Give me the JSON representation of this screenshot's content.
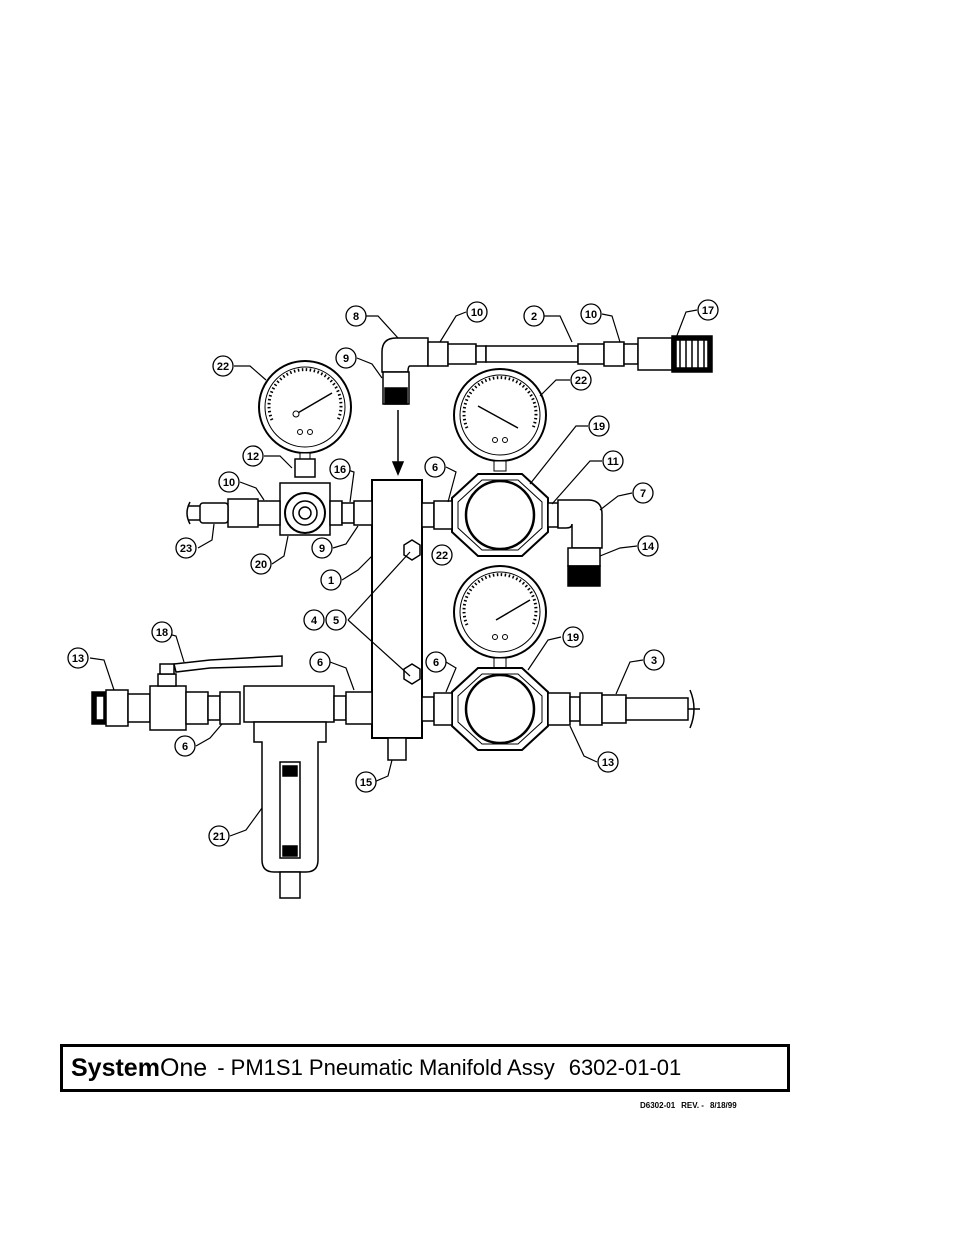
{
  "diagram": {
    "callouts": [
      "8",
      "10",
      "2",
      "10",
      "17",
      "22",
      "9",
      "22",
      "19",
      "12",
      "16",
      "6",
      "11",
      "7",
      "10",
      "23",
      "9",
      "20",
      "14",
      "1",
      "22",
      "4",
      "5",
      "18",
      "19",
      "13",
      "6",
      "6",
      "3",
      "6",
      "13",
      "15",
      "21"
    ]
  },
  "title_block": {
    "brand_bold": "System",
    "brand_light": "One",
    "title": "- PM1S1 Pneumatic Manifold Assy",
    "part_number": "6302-01-01"
  },
  "revision": {
    "doc": "D6302-01",
    "rev": "REV. -",
    "date": "8/18/99"
  }
}
